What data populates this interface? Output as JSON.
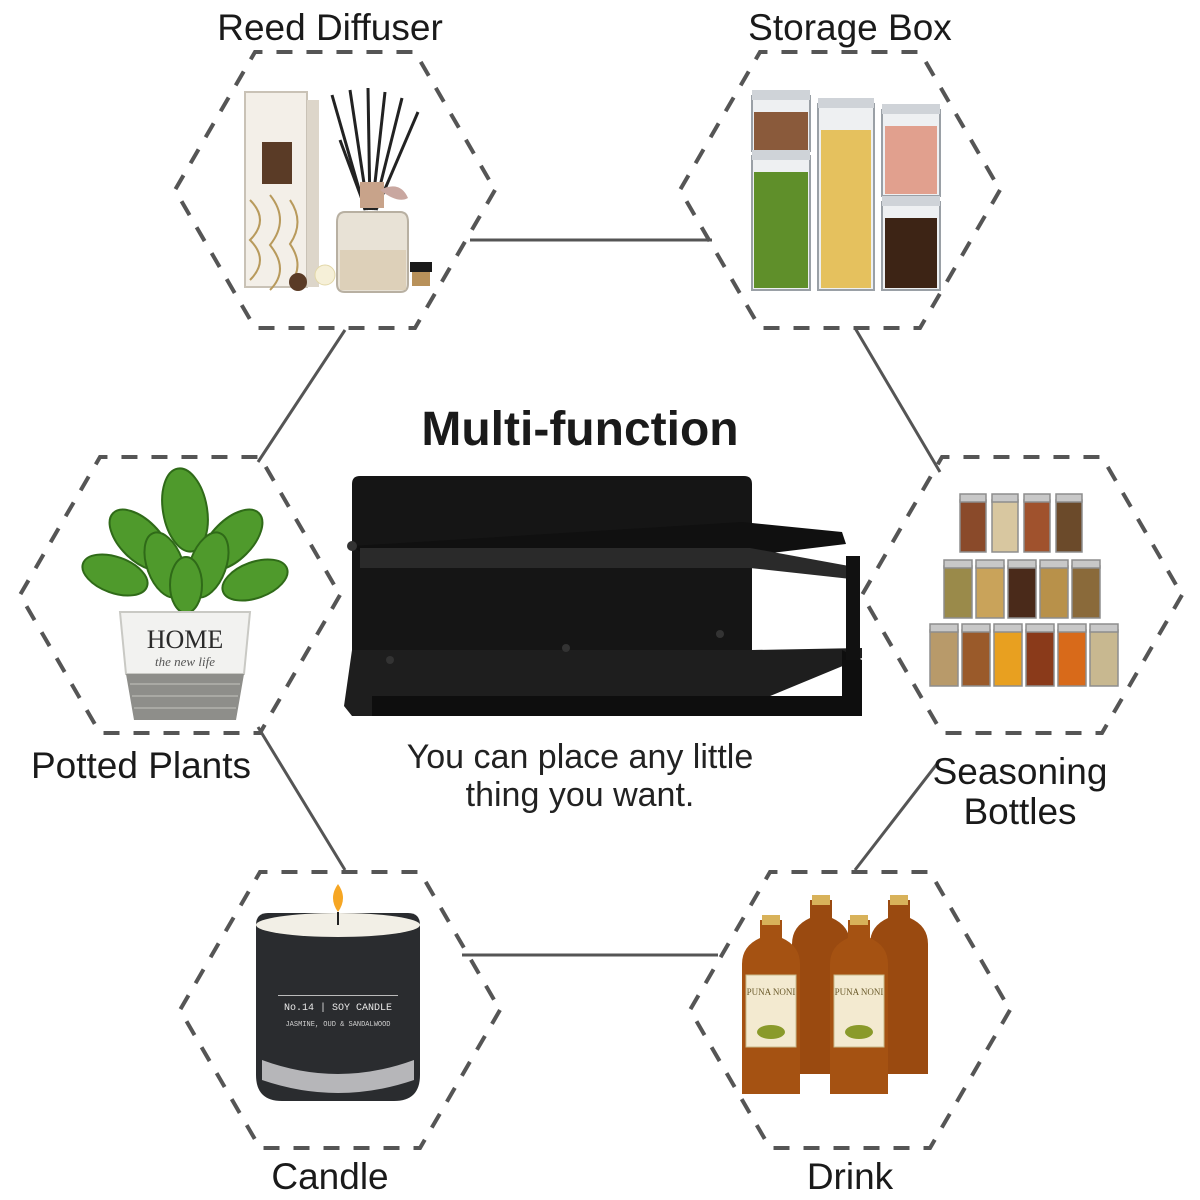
{
  "title": "Multi-function",
  "subtitle": {
    "line1": "You can place any little",
    "line2": "thing you want."
  },
  "items": {
    "reed_diffuser": {
      "label": "Reed Diffuser"
    },
    "storage_box": {
      "label": "Storage Box"
    },
    "potted_plants": {
      "label": "Potted Plants",
      "pot_text": "HOME",
      "pot_script": "the new life"
    },
    "seasoning_bottles": {
      "label_line1": "Seasoning",
      "label_line2": "Bottles"
    },
    "candle": {
      "label": "Candle",
      "jar_line1": "No.14 | SOY CANDLE",
      "jar_line2": "JASMINE, OUD & SANDALWOOD"
    },
    "drink": {
      "label": "Drink",
      "bottle_label": "PUNA NONI"
    }
  },
  "colors": {
    "outline": "#555555",
    "shelf": "#151515",
    "text": "#1a1a1a"
  }
}
